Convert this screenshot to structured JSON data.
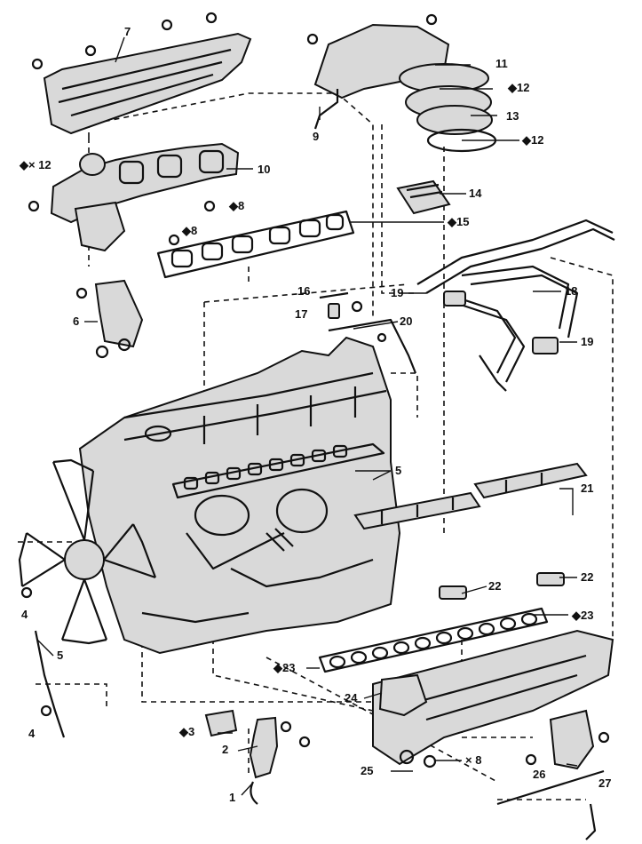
{
  "diagram": {
    "callouts": [
      {
        "id": "c1",
        "text": "1"
      },
      {
        "id": "c2",
        "text": "2"
      },
      {
        "id": "c3",
        "text": "◆3"
      },
      {
        "id": "c4a",
        "text": "4"
      },
      {
        "id": "c4b",
        "text": "4"
      },
      {
        "id": "c5a",
        "text": "5"
      },
      {
        "id": "c5b",
        "text": "5"
      },
      {
        "id": "c6",
        "text": "6"
      },
      {
        "id": "c7",
        "text": "7"
      },
      {
        "id": "c8a",
        "text": "◆8"
      },
      {
        "id": "c8b",
        "text": "◆8"
      },
      {
        "id": "c8c",
        "text": "× 8"
      },
      {
        "id": "c9",
        "text": "9"
      },
      {
        "id": "c10",
        "text": "10"
      },
      {
        "id": "c11",
        "text": "11"
      },
      {
        "id": "c12a",
        "text": "◆12"
      },
      {
        "id": "c12b",
        "text": "◆12"
      },
      {
        "id": "c12c",
        "text": "◆× 12"
      },
      {
        "id": "c13",
        "text": "13"
      },
      {
        "id": "c14",
        "text": "14"
      },
      {
        "id": "c15",
        "text": "◆15"
      },
      {
        "id": "c16",
        "text": "16"
      },
      {
        "id": "c17",
        "text": "17"
      },
      {
        "id": "c18",
        "text": "18"
      },
      {
        "id": "c19a",
        "text": "19"
      },
      {
        "id": "c19b",
        "text": "19"
      },
      {
        "id": "c20",
        "text": "20"
      },
      {
        "id": "c21",
        "text": "21"
      },
      {
        "id": "c22a",
        "text": "22"
      },
      {
        "id": "c22b",
        "text": "22"
      },
      {
        "id": "c23a",
        "text": "◆23"
      },
      {
        "id": "c23b",
        "text": "◆23"
      },
      {
        "id": "c24",
        "text": "24"
      },
      {
        "id": "c25",
        "text": "25"
      },
      {
        "id": "c26",
        "text": "26"
      },
      {
        "id": "c27",
        "text": "27"
      }
    ]
  }
}
